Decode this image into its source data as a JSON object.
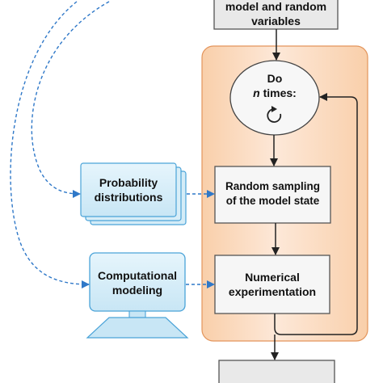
{
  "top_box": {
    "line1": "model and random",
    "line2": "variables"
  },
  "loop": {
    "do": "Do",
    "n": "n",
    "times": " times:"
  },
  "probability": {
    "line1": "Probability",
    "line2": "distributions"
  },
  "computational": {
    "line1": "Computational",
    "line2": "modeling"
  },
  "sampling": {
    "line1": "Random sampling",
    "line2": "of the model state"
  },
  "experiment": {
    "line1": "Numerical",
    "line2": "experimentation"
  },
  "colors": {
    "orange_panel": "#fbe3d0",
    "blue_box": "#d8eef8",
    "blue_dash": "#2f78c8",
    "gray_box": "#e9e9e9"
  }
}
